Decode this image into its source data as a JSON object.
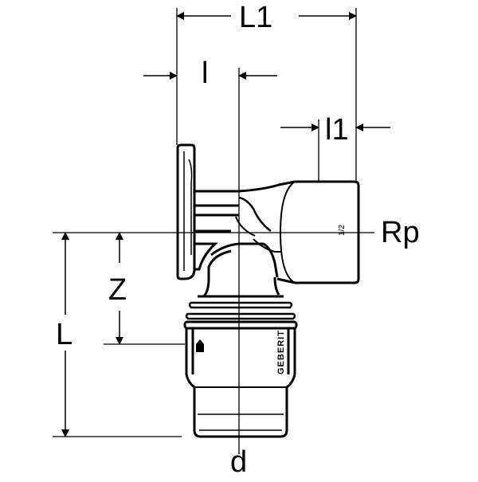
{
  "drawing": {
    "dimensions": {
      "L1": "L1",
      "l": "l",
      "l1": "l1",
      "Rp": "Rp",
      "Z": "Z",
      "L": "L",
      "d": "d"
    },
    "thread_mark": "1/2",
    "brand": "GEBERIT"
  }
}
